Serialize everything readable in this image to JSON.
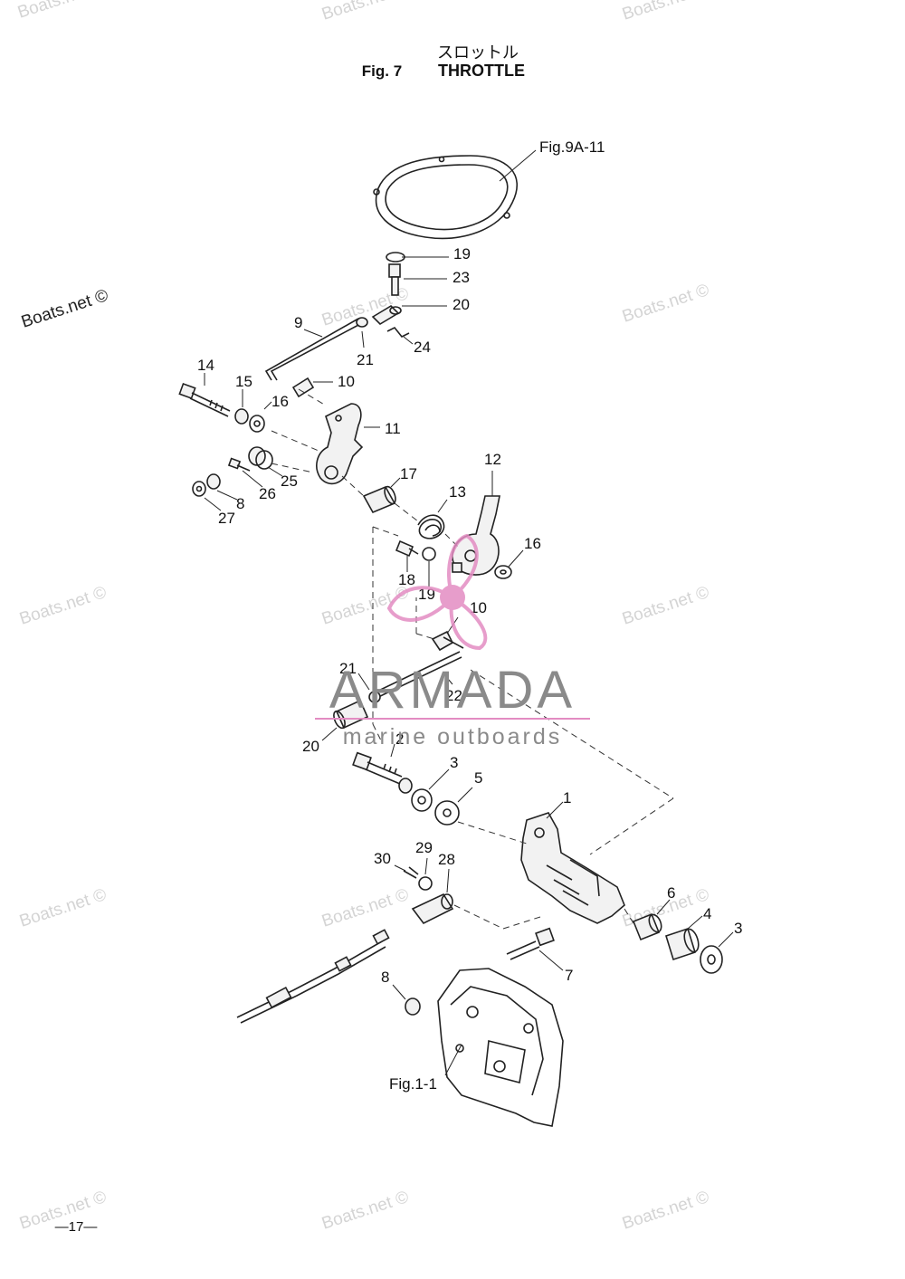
{
  "header": {
    "title_jp": "スロットル",
    "fig_label": "Fig. 7",
    "title_en": "THROTTLE"
  },
  "references": {
    "top": "Fig.9A-11",
    "bottom": "Fig.1-1"
  },
  "callouts": {
    "c19a": "19",
    "c23": "23",
    "c20a": "20",
    "c24": "24",
    "c9": "9",
    "c21a": "21",
    "c10a": "10",
    "c14": "14",
    "c15": "15",
    "c16a": "16",
    "c11": "11",
    "c12": "12",
    "c17": "17",
    "c13": "13",
    "c25": "25",
    "c26": "26",
    "c8a": "8",
    "c27": "27",
    "c16b": "16",
    "c18": "18",
    "c19b": "19",
    "c10b": "10",
    "c21b": "21",
    "c22": "22",
    "c20b": "20",
    "c2": "2",
    "c3a": "3",
    "c5": "5",
    "c1": "1",
    "c30": "30",
    "c29": "29",
    "c28": "28",
    "c6": "6",
    "c4": "4",
    "c3b": "3",
    "c7": "7",
    "c8b": "8"
  },
  "watermark": {
    "text": "Boats.net ©",
    "brand": "ARMADA",
    "tagline": "marine outboards",
    "brand_color": "#8a8a8a",
    "logo_color": "#e38cc2"
  },
  "footer": {
    "page_number": "—17—"
  }
}
